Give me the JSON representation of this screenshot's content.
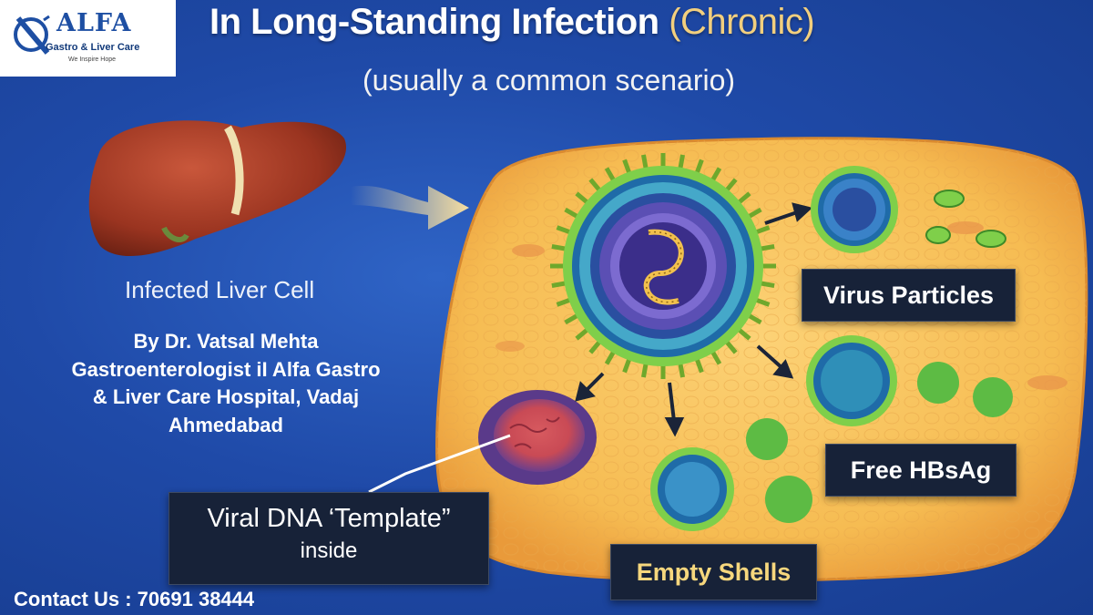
{
  "logo": {
    "brand": "ALFA",
    "subtitle": "Gastro & Liver Care",
    "tagline": "We Inspire Hope"
  },
  "title": {
    "main": "In Long-Standing Infection",
    "accent": "(Chronic)"
  },
  "subtitle": "(usually a common scenario)",
  "liver_label": "Infected Liver Cell",
  "author": {
    "line1": "By  Dr. Vatsal Mehta",
    "line2": "Gastroenterologist iI Alfa Gastro",
    "line3": "& Liver Care  Hospital, Vadaj",
    "line4": "Ahmedabad"
  },
  "labels": {
    "virus_particles": "Virus Particles",
    "free_hbsag": "Free HBsAg",
    "empty_shells": "Empty Shells",
    "dna_line1": "Viral DNA ‘Template”",
    "dna_line2": "inside"
  },
  "contact": "Contact Us :  70691 38444",
  "colors": {
    "background": "#1f4aa8",
    "cell": "#f6bf57",
    "liver": "#a63a24",
    "title_accent": "#f2cf7e",
    "shells_text": "#f6d77d"
  }
}
